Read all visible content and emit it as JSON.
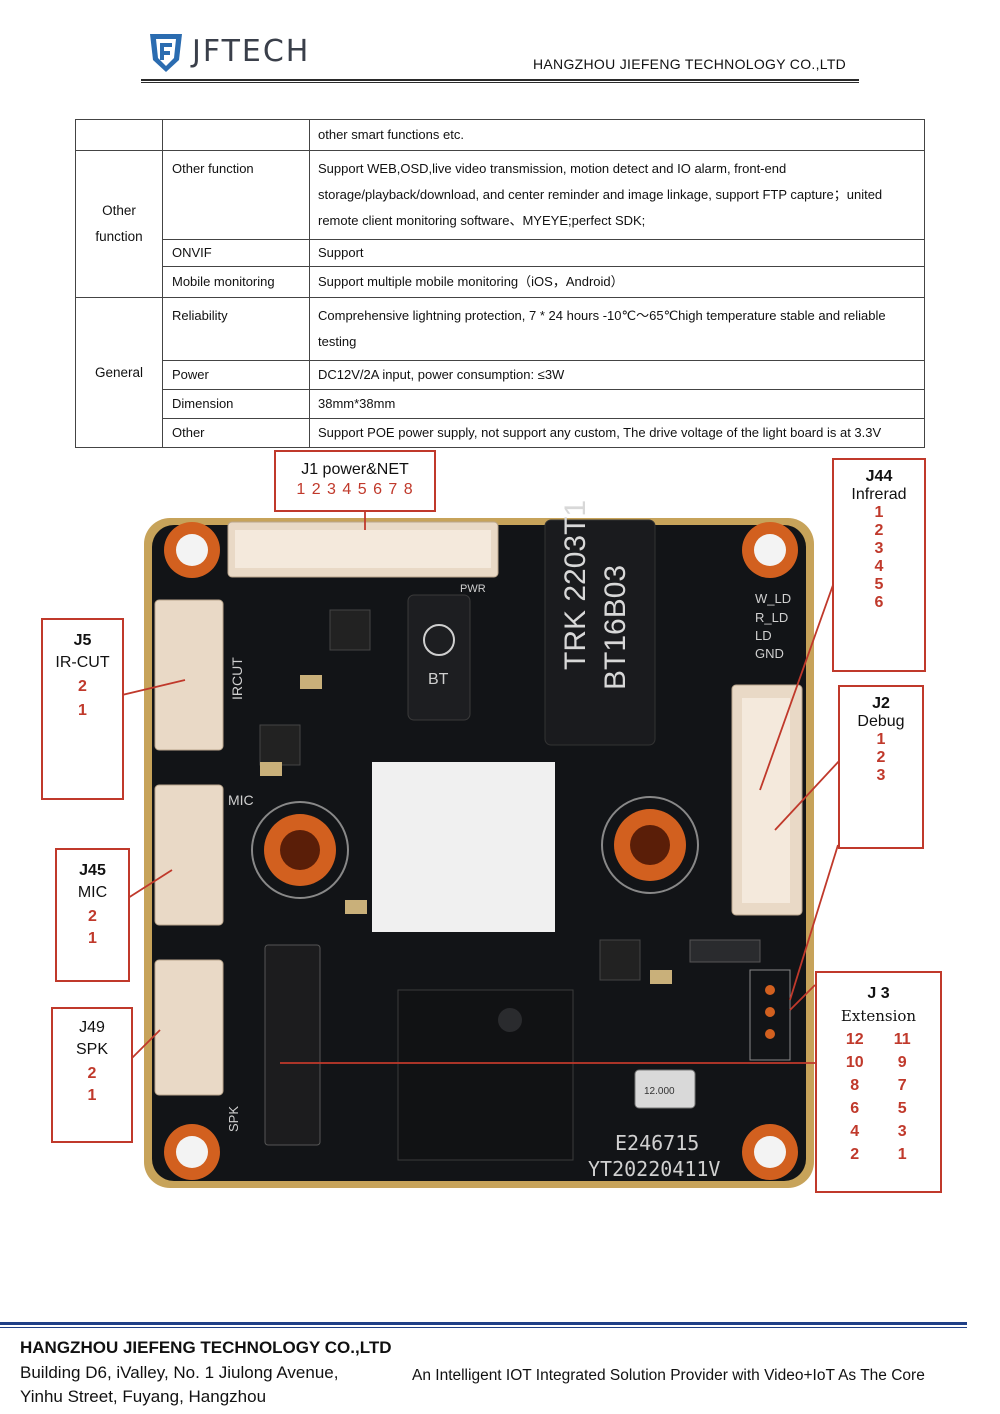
{
  "header": {
    "logo_text": "JFTECH",
    "company": "HANGZHOU  JIEFENG  TECHNOLOGY  CO.,LTD"
  },
  "table": {
    "row0": {
      "desc": "other smart functions etc."
    },
    "other": {
      "group": "Other function",
      "rows": [
        {
          "name": "Other function",
          "desc": "Support WEB,OSD,live video transmission, motion detect and IO alarm, front-end storage/playback/download, and center reminder and image linkage, support FTP capture；united remote client monitoring software、MYEYE;perfect SDK;"
        },
        {
          "name": "ONVIF",
          "desc": "Support"
        },
        {
          "name": "Mobile monitoring",
          "desc": "Support multiple mobile monitoring（iOS，Android）"
        }
      ]
    },
    "general": {
      "group": "General",
      "rows": [
        {
          "name": "Reliability",
          "desc": "Comprehensive lightning protection, 7 * 24 hours -10℃～65℃high temperature stable and reliable testing"
        },
        {
          "name": "Power",
          "desc": "DC12V/2A input, power consumption: ≤3W"
        },
        {
          "name": "Dimension",
          "desc": "38mm*38mm"
        },
        {
          "name": "Other",
          "desc": "Support POE power supply, not support any custom, The drive voltage of the light board is at 3.3V"
        }
      ]
    }
  },
  "board_labels": {
    "transformer_1": "TRK 2203T1",
    "transformer_2": "BT16B03",
    "fuse": "BT",
    "pwr": "PWR",
    "ircut": "IRCUT",
    "mic": "MIC",
    "spk": "SPK",
    "w_ld": "W_LD",
    "r_ld": "R_LD",
    "ld": "LD",
    "gnd": "GND",
    "crystal": "12.000",
    "chip_code": "E246715",
    "board_date": "YT20220411V"
  },
  "callouts": {
    "j1": {
      "title": "J1 power&NET",
      "pins": "1 2 3 4 5 6 7 8"
    },
    "j44": {
      "title": "J44",
      "sub": "Infrerad",
      "pins": [
        "1",
        "2",
        "3",
        "4",
        "5",
        "6"
      ]
    },
    "j5": {
      "title": "J5",
      "sub": "IR-CUT",
      "pins": [
        "2",
        "1"
      ]
    },
    "j2": {
      "title": "J2",
      "sub": "Debug",
      "pins": [
        "1",
        "2",
        "3"
      ]
    },
    "j45": {
      "title": "J45",
      "sub": "MIC",
      "pins": [
        "2",
        "1"
      ]
    },
    "j49": {
      "title": "J49",
      "sub": "SPK",
      "pins": [
        "2",
        "1"
      ]
    },
    "j3": {
      "title": "J 3",
      "sub": "Extension",
      "pins": [
        [
          "12",
          "11"
        ],
        [
          "10",
          "9"
        ],
        [
          "8",
          "7"
        ],
        [
          "6",
          "5"
        ],
        [
          "4",
          "3"
        ],
        [
          "2",
          "1"
        ]
      ]
    }
  },
  "footer": {
    "company": "HANGZHOU JIEFENG TECHNOLOGY CO.,LTD",
    "address1": "Building D6, iValley, No. 1 Jiulong Avenue,",
    "address2": "Yinhu Street, Fuyang, Hangzhou",
    "slogan": "An Intelligent IOT Integrated Solution Provider with Video+IoT As The Core"
  },
  "colors": {
    "accent_red": "#c0392b",
    "footer_blue": "#1f3f86",
    "pcb": "#121417",
    "pad": "#d2601f"
  }
}
